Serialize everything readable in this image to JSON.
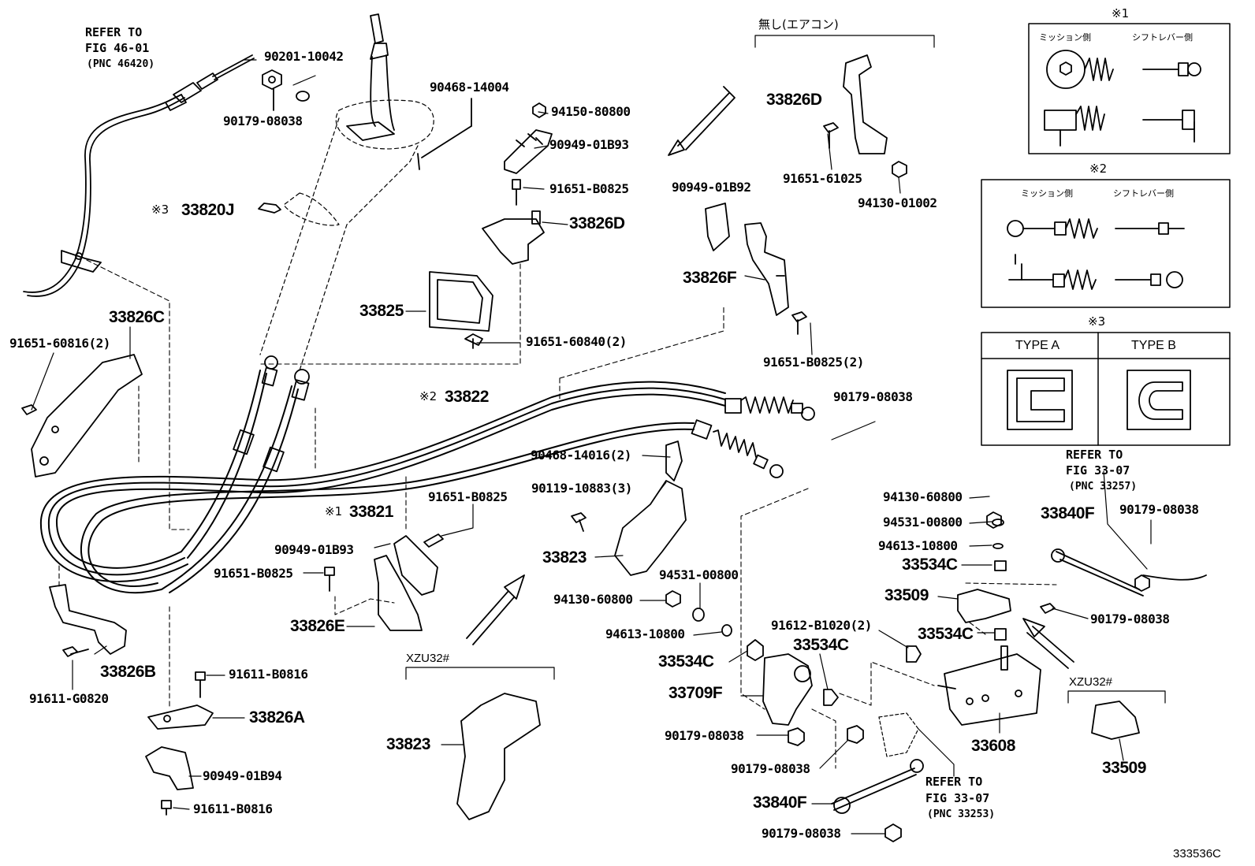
{
  "figure_code": "333536C",
  "refer_notes": {
    "fig46": [
      "REFER TO",
      "FIG 46-01",
      "(PNC 46420)"
    ],
    "fig33_upper": [
      "REFER TO",
      "FIG 33-07",
      "(PNC 33257)"
    ],
    "fig33_lower": [
      "REFER TO",
      "FIG 33-07",
      "(PNC 33253)"
    ]
  },
  "condition_notes": {
    "no_aircon": "無し(エアコン)",
    "xzu32_left": "XZU32#",
    "xzu32_right": "XZU32#"
  },
  "insets": {
    "n1": {
      "mark": "※1",
      "left": "ミッション側",
      "right": "シフトレバー側"
    },
    "n2": {
      "mark": "※2",
      "left": "ミッション側",
      "right": "シフトレバー側"
    },
    "n3": {
      "mark": "※3",
      "type_a": "TYPE A",
      "type_b": "TYPE B"
    }
  },
  "parts": {
    "p_90201_10042": "90201-10042",
    "p_90179_08038_a": "90179-08038",
    "p_90468_14004": "90468-14004",
    "p_94150_80800": "94150-80800",
    "p_90949_01B93_a": "90949-01B93",
    "p_91651_B0825_a": "91651-B0825",
    "p_33826D_a": "33826D",
    "p_33826D_b": "33826D",
    "p_91651_61025": "91651-61025",
    "p_94130_01002": "94130-01002",
    "p_90949_01B92": "90949-01B92",
    "p_33826F": "33826F",
    "p_91651_B0825_2": "91651-B0825(2)",
    "p_33820J_mark": "※3",
    "p_33820J": "33820J",
    "p_33825": "33825",
    "p_91651_60840_2": "91651-60840(2)",
    "p_33826C": "33826C",
    "p_91651_60816_2": "91651-60816(2)",
    "p_33822_mark": "※2",
    "p_33822": "33822",
    "p_90179_08038_b": "90179-08038",
    "p_90468_14016_2": "90468-14016(2)",
    "p_90119_10883_3": "90119-10883(3)",
    "p_33821_mark": "※1",
    "p_33821": "33821",
    "p_91651_B0825_b": "91651-B0825",
    "p_90949_01B93_b": "90949-01B93",
    "p_91651_B0825_c": "91651-B0825",
    "p_33826E": "33826E",
    "p_33823_a": "33823",
    "p_94531_00800_a": "94531-00800",
    "p_94130_60800_a": "94130-60800",
    "p_94613_10800_a": "94613-10800",
    "p_33826B": "33826B",
    "p_91611_G0820": "91611-G0820",
    "p_91611_B0816_a": "91611-B0816",
    "p_33826A": "33826A",
    "p_90949_01B94": "90949-01B94",
    "p_91611_B0816_b": "91611-B0816",
    "p_33823_b": "33823",
    "p_94130_60800_b": "94130-60800",
    "p_94531_00800_b": "94531-00800",
    "p_94613_10800_b": "94613-10800",
    "p_33534C_a": "33534C",
    "p_33840F_a": "33840F",
    "p_90179_08038_c": "90179-08038",
    "p_33509_a": "33509",
    "p_90179_08038_d": "90179-08038",
    "p_91612_B1020_2": "91612-B1020(2)",
    "p_33534C_b": "33534C",
    "p_33534C_c": "33534C",
    "p_33534C_d": "33534C",
    "p_33709F": "33709F",
    "p_90179_08038_e": "90179-08038",
    "p_90179_08038_f": "90179-08038",
    "p_33840F_b": "33840F",
    "p_90179_08038_g": "90179-08038",
    "p_33608": "33608",
    "p_33509_b": "33509"
  }
}
